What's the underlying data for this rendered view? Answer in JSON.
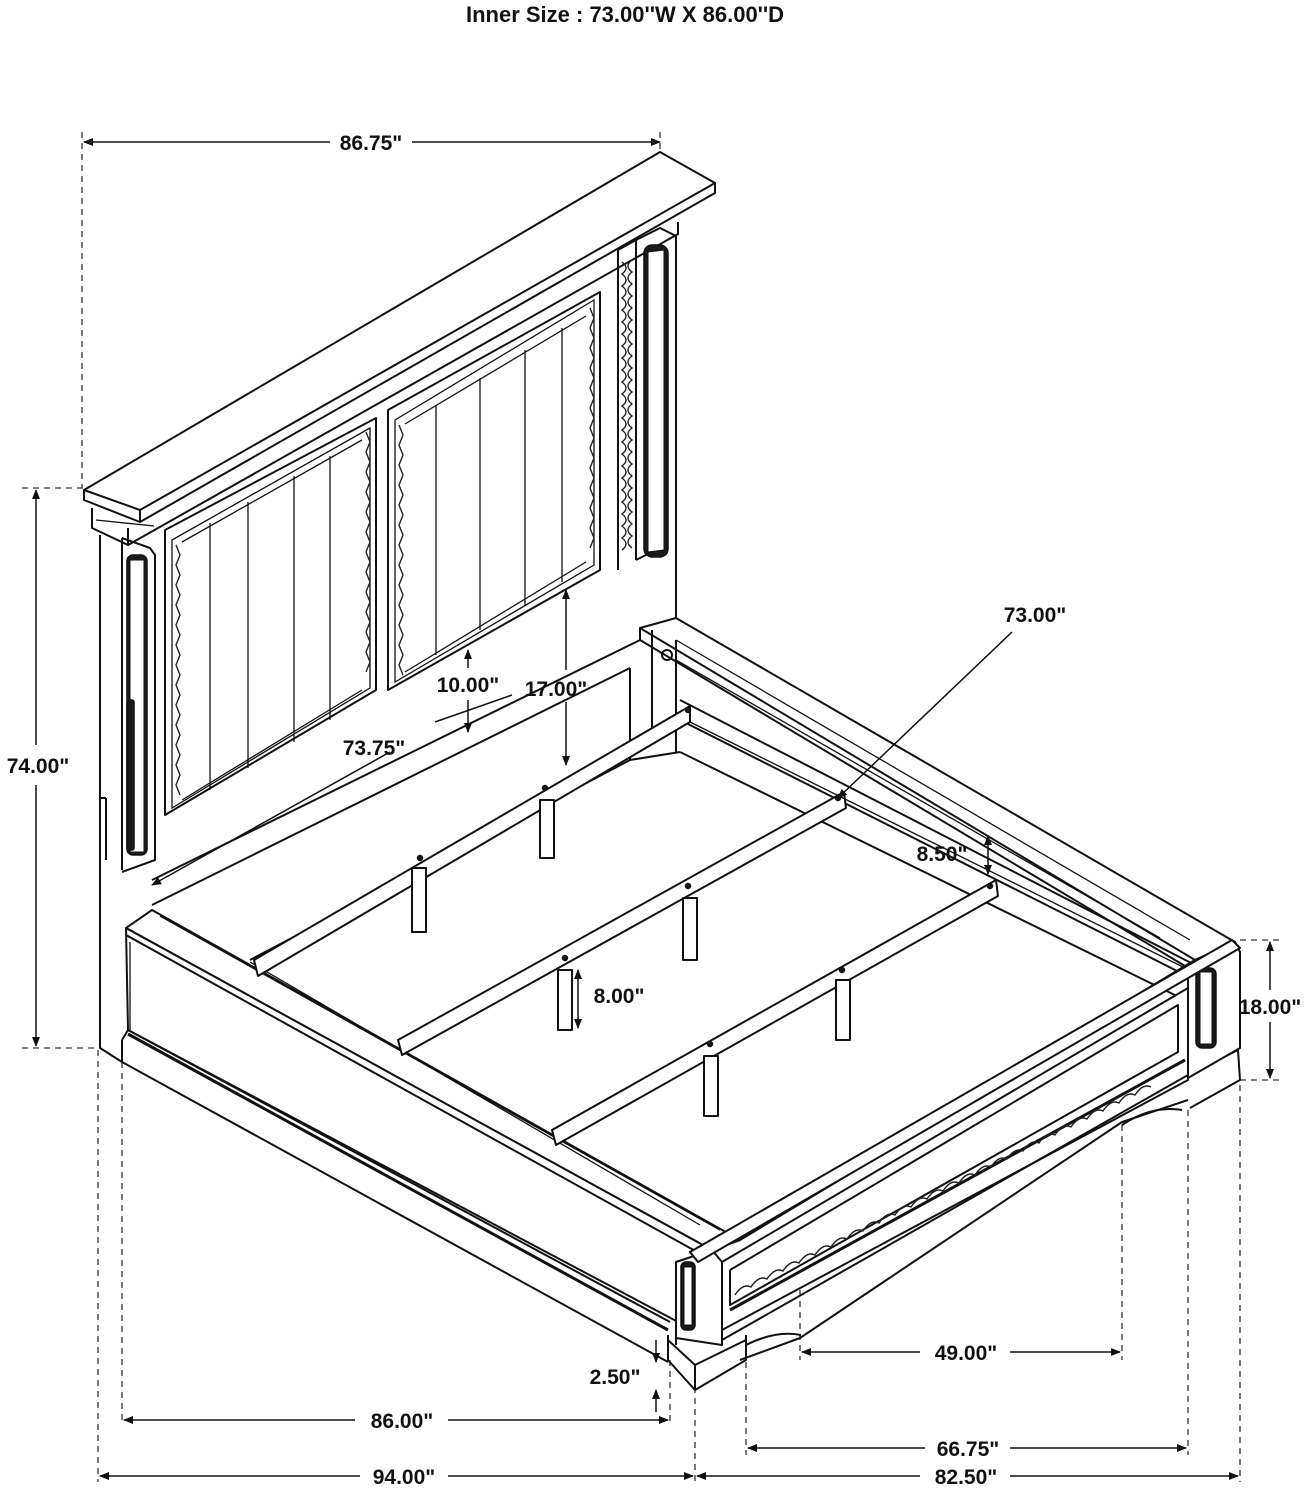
{
  "title": "Inner Size : 73.00''W X 86.00''D",
  "dimensions": {
    "headboard_width": "86.75\"",
    "overall_height": "74.00\"",
    "inner_width": "73.00\"",
    "slat_gap": "10.00\"",
    "rail_to_headboard": "17.00\"",
    "headboard_inner_width": "73.75\"",
    "rail_height": "8.50\"",
    "leg_height": "8.00\"",
    "footboard_height": "18.00\"",
    "floor_clearance": "2.50\"",
    "footboard_inner": "49.00\"",
    "length_inner": "86.00\"",
    "width_inner": "66.75\"",
    "overall_length": "94.00\"",
    "overall_width": "82.50\""
  }
}
